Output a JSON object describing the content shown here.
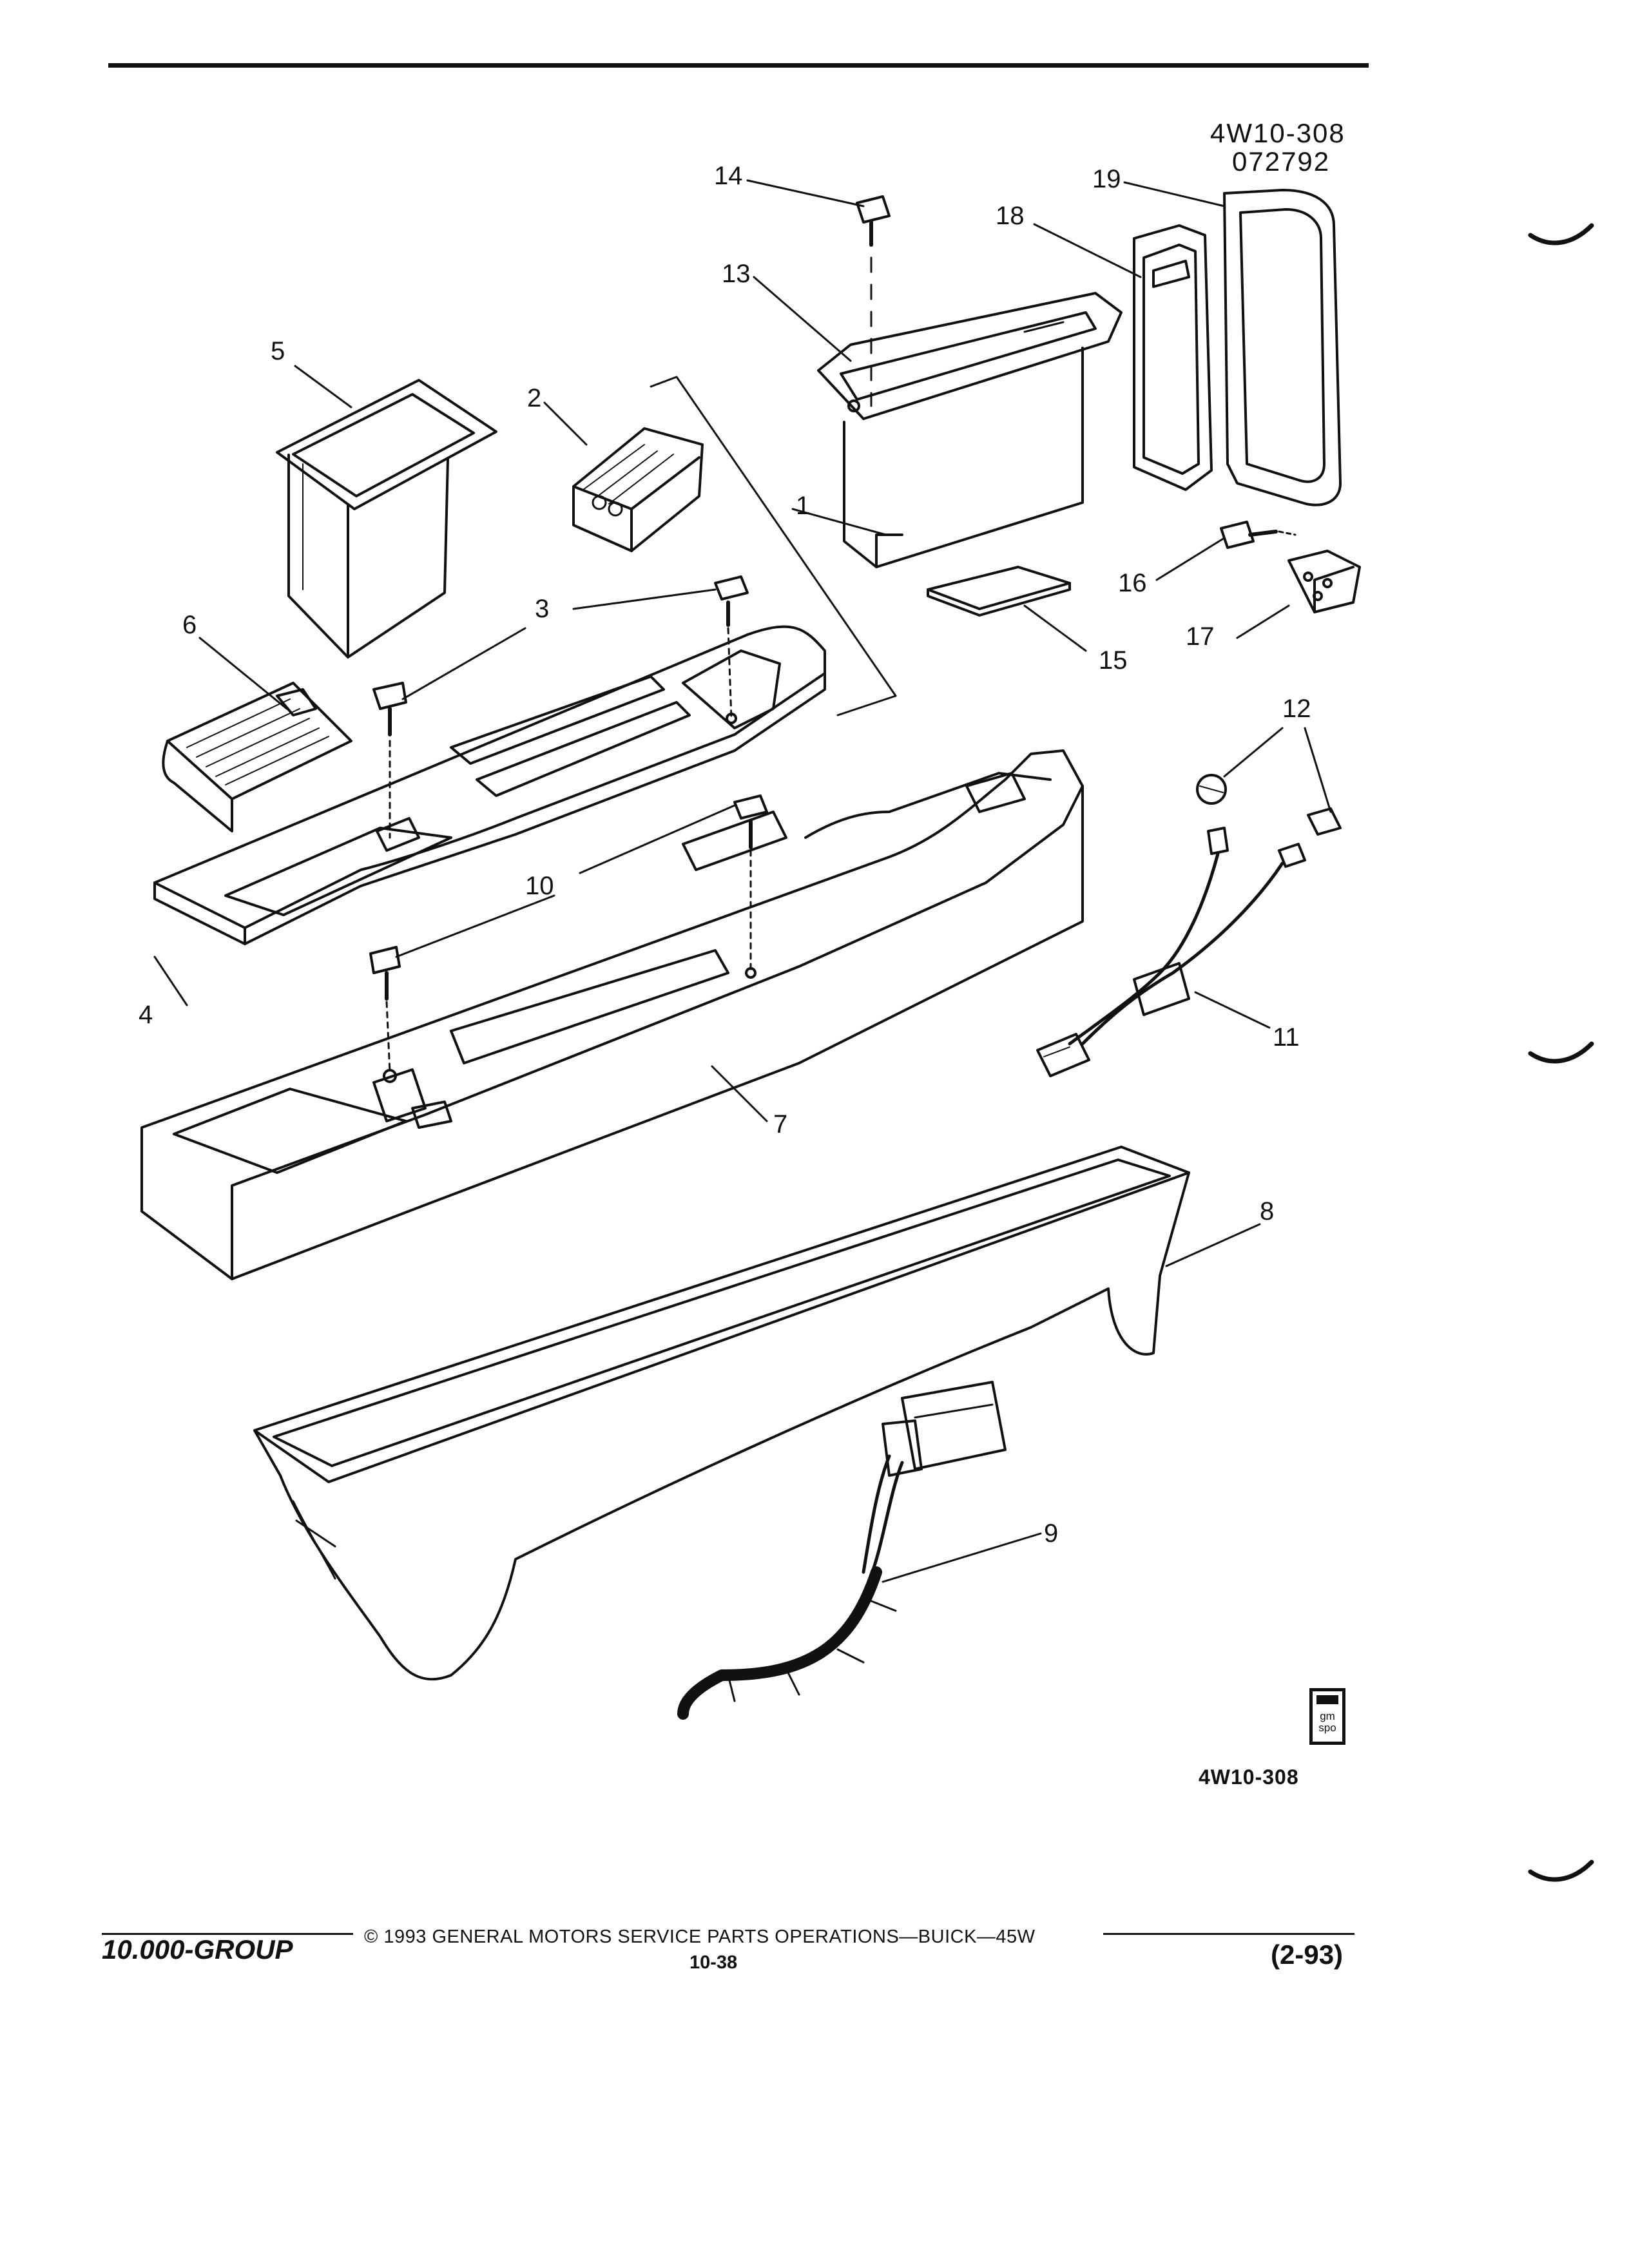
{
  "drawing": {
    "id": "4W10-308",
    "date_code": "072792",
    "bottom_ref": "4W10-308"
  },
  "callouts": [
    {
      "n": "1"
    },
    {
      "n": "2"
    },
    {
      "n": "3"
    },
    {
      "n": "4"
    },
    {
      "n": "5"
    },
    {
      "n": "6"
    },
    {
      "n": "7"
    },
    {
      "n": "8"
    },
    {
      "n": "9"
    },
    {
      "n": "10"
    },
    {
      "n": "11"
    },
    {
      "n": "12"
    },
    {
      "n": "13"
    },
    {
      "n": "14"
    },
    {
      "n": "15"
    },
    {
      "n": "16"
    },
    {
      "n": "17"
    },
    {
      "n": "18"
    },
    {
      "n": "19"
    }
  ],
  "badge": {
    "icon": "gm-spo-logo-icon",
    "text_top": "gm",
    "text_bottom": "spo"
  },
  "footer": {
    "group": "10.000-GROUP",
    "copyright": "© 1993 GENERAL MOTORS SERVICE PARTS OPERATIONS—BUICK—45W",
    "page": "10-38",
    "date": "(2-93)"
  },
  "colors": {
    "ink": "#111111",
    "paper": "#ffffff"
  }
}
